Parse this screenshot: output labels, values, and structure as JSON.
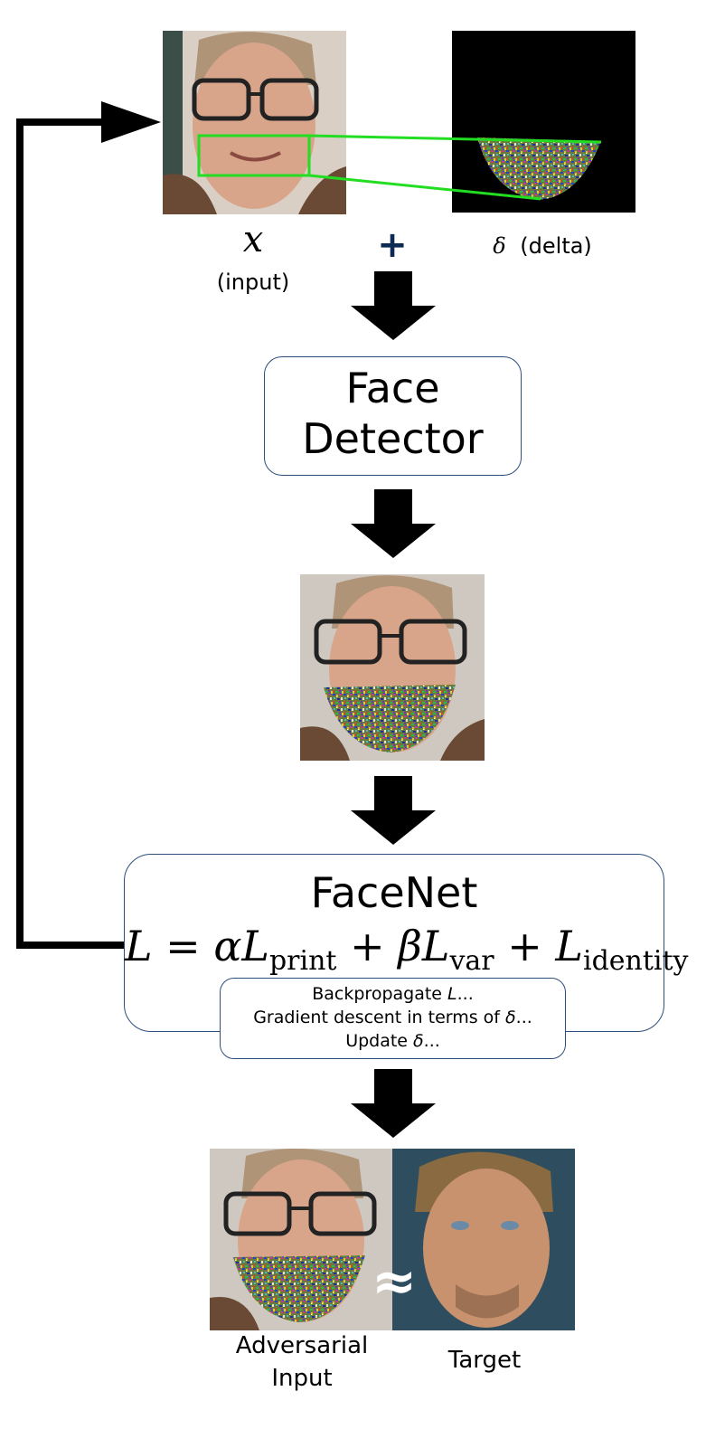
{
  "top": {
    "input_symbol": "𝑥",
    "input_label": "(input)",
    "plus": "+",
    "delta_symbol": "δ",
    "delta_label": "(delta)"
  },
  "face_detector": {
    "line1": "Face",
    "line2": "Detector"
  },
  "facenet": {
    "title": "FaceNet",
    "loss": {
      "L": "L",
      "eq": " = ",
      "alpha": "α",
      "L_print": "L",
      "print_sub": "print",
      "plus1": " + ",
      "beta": "β",
      "L_var": "L",
      "var_sub": "var",
      "plus2": " + ",
      "L_identity": "L",
      "identity_sub": "identity"
    }
  },
  "backprop": {
    "line1_text": "Backpropagate ",
    "line1_sym": "L",
    "line1_end": "...",
    "line2_text": "Gradient descent in terms of ",
    "line2_sym": "δ",
    "line2_end": "...",
    "line3_text": "Update ",
    "line3_sym": "δ",
    "line3_end": "..."
  },
  "output": {
    "approx": "≈",
    "adversarial_line1": "Adversarial",
    "adversarial_line2": "Input",
    "target_label": "Target"
  },
  "colors": {
    "box_border": "#2d4f7c",
    "bbox_green": "#22dd22",
    "plus_navy": "#0d2a55"
  }
}
